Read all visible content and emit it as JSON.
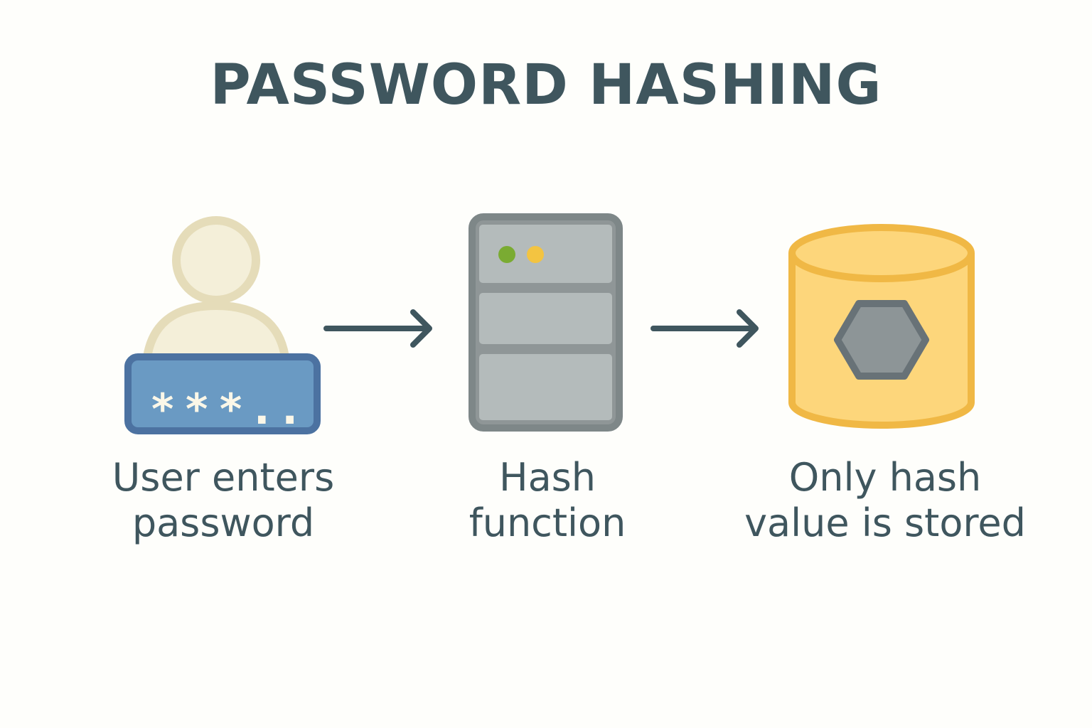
{
  "title": "PASSWORD HASHING",
  "steps": [
    {
      "icon": "user-password-icon",
      "password_mask": "***..",
      "caption_line1": "User enters",
      "caption_line2": "password"
    },
    {
      "icon": "server-icon",
      "caption_line1": "Hash",
      "caption_line2": "function"
    },
    {
      "icon": "database-hash-icon",
      "caption_line1": "Only hash",
      "caption_line2": "value is stored"
    }
  ],
  "colors": {
    "text": "#3f565e",
    "user": "#f4efd9",
    "user_outline": "#e5dcb9",
    "password_box": "#6a9ac3",
    "password_outline": "#4c72a1",
    "server_fill": "#b4bbbb",
    "server_outline": "#7e8788",
    "led_green": "#7aab32",
    "led_yellow": "#f3c441",
    "db_fill": "#fdd67b",
    "db_outline": "#f0b845",
    "hexagon_fill": "#8d9597",
    "hexagon_outline": "#687277"
  }
}
